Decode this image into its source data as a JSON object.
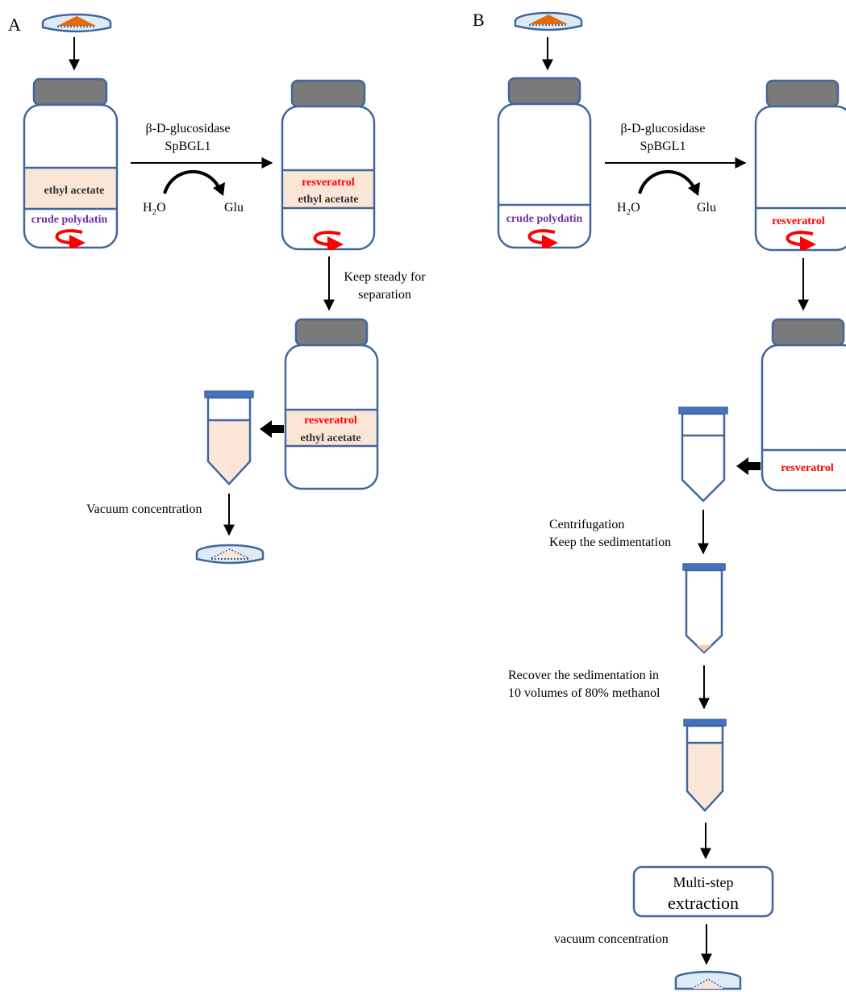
{
  "panels": {
    "a": {
      "label": "A",
      "enzyme": "β-D-glucosidase",
      "enzyme_name": "SpBGL1",
      "water": "H",
      "water_sub": "2",
      "water_tail": "O",
      "glucose": "Glu",
      "start_upper_layer": "ethyl acetate",
      "start_lower_layer": "crude polydatin",
      "react_upper_product": "resveratrol",
      "react_upper_solvent": "ethyl acetate",
      "separation_line1": "Keep steady for",
      "separation_line2": "separation",
      "separated_product": "resveratrol",
      "separated_solvent": "ethyl acetate",
      "final_step": "Vacuum concentration"
    },
    "b": {
      "label": "B",
      "enzyme": "β-D-glucosidase",
      "enzyme_name": "SpBGL1",
      "water": "H",
      "water_sub": "2",
      "water_tail": "O",
      "glucose": "Glu",
      "start_layer": "crude polydatin",
      "react_layer": "resveratrol",
      "settled_layer": "resveratrol",
      "centrifuge_line1": "Centrifugation",
      "centrifuge_line2": "Keep the sedimentation",
      "recover_line1": "Recover the sedimentation in",
      "recover_line2": "10 volumes of  80% methanol",
      "extraction_line1": "Multi-step",
      "extraction_line2": "extraction",
      "final_step": "vacuum concentration"
    }
  },
  "colors": {
    "outline": "#41679a",
    "cap": "#7a7a7a",
    "cap_dark": "#4f4f4f",
    "tube_cap": "#4472c4",
    "solvent_fill": "#fbe5d6",
    "product": "#ff0000",
    "substrate": "#7030a0",
    "powder": "#e36c0a",
    "dish_fill": "#deebf7"
  }
}
